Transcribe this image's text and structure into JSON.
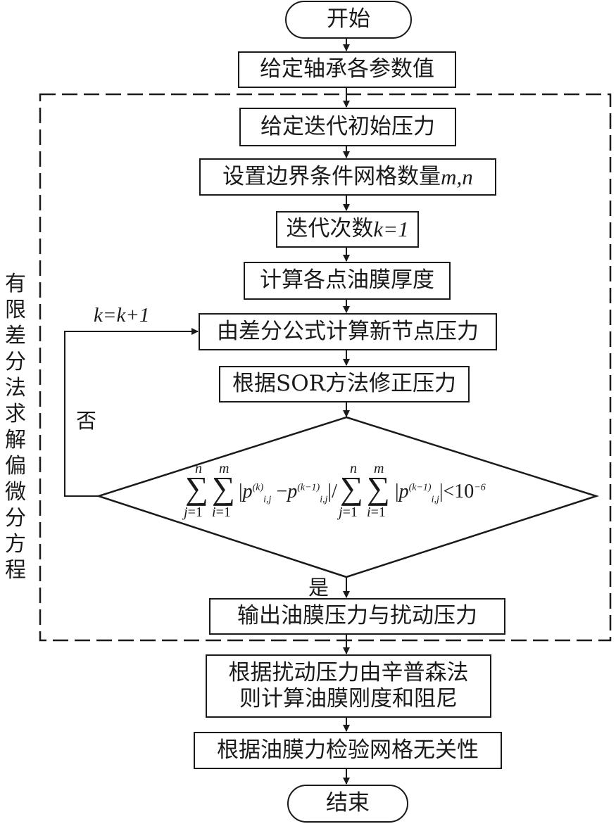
{
  "diagram": {
    "type": "flowchart",
    "start": "开始",
    "end": "结束",
    "steps": [
      "给定轴承各参数值",
      "给定迭代初始压力",
      "设置边界条件网格数量",
      "迭代次数",
      "计算各点油膜厚度",
      "由差分公式计算新节点压力",
      "根据SOR方法修正压力",
      "输出油膜压力与扰动压力",
      "根据扰动压力由辛普森法",
      "则计算油膜刚度和阻尼",
      "根据油膜力检验网格无关性"
    ],
    "step3_vars": "m,n",
    "step4_expr": "k=1",
    "loop_label": "k=k+1",
    "no_label": "否",
    "yes_label": "是",
    "group_label": "有限差分法求解偏微分方程",
    "group_chars": [
      "有",
      "限",
      "差",
      "分",
      "法",
      "求",
      "解",
      "偏",
      "微",
      "分",
      "方",
      "程"
    ],
    "condition": {
      "text": "Σ_{j=1}^{n} Σ_{i=1}^{m} |p_{i,j}^{(k)} − p_{i,j}^{(k−1)}| / Σ_{j=1}^{n} Σ_{i=1}^{m} |p_{i,j}^{(k−1)}| < 10^{-6}",
      "sum_symbol": "∑",
      "upper_n": "n",
      "upper_m": "m",
      "lower_j": "j=1",
      "lower_i": "i=1",
      "p": "p",
      "sup_k": "(k)",
      "sup_k1": "(k−1)",
      "sub_ij": "i,j",
      "minus": "−",
      "bar": "|",
      "slash": "|/",
      "lt": "|<10",
      "exp": "−6"
    }
  }
}
